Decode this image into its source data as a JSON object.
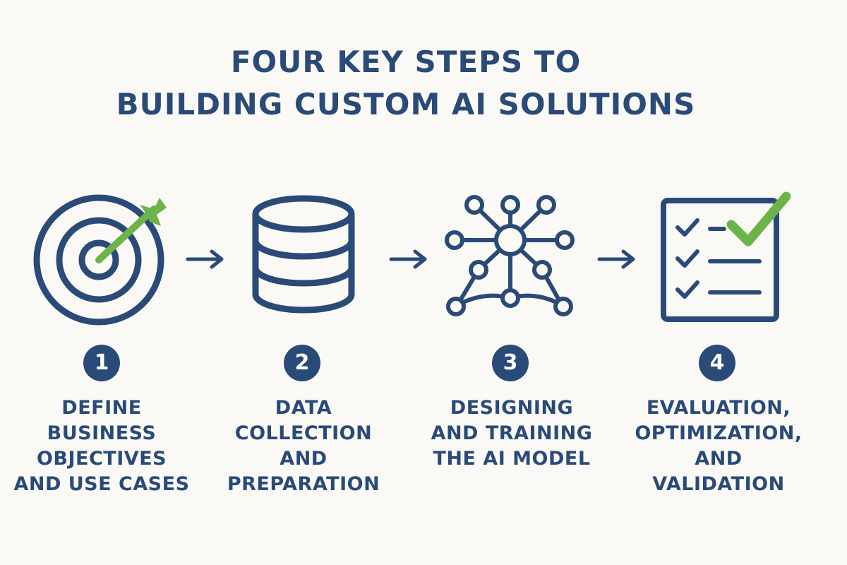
{
  "title": {
    "line1": "FOUR KEY STEPS TO",
    "line2": "BUILDING CUSTOM AI SOLUTIONS"
  },
  "colors": {
    "primary": "#2a4a78",
    "accent": "#6cb34a",
    "background": "#fbf9f5"
  },
  "steps": [
    {
      "number": "1",
      "icon": "target-icon",
      "lines": [
        "DEFINE",
        "BUSINESS",
        "OBJECTIVES",
        "AND USE CASES"
      ]
    },
    {
      "number": "2",
      "icon": "database-icon",
      "lines": [
        "DATA",
        "COLLECTION",
        "AND",
        "PREPARATION"
      ]
    },
    {
      "number": "3",
      "icon": "neural-network-icon",
      "lines": [
        "DESIGNING",
        "AND TRAINING",
        "THE AI MODEL"
      ]
    },
    {
      "number": "4",
      "icon": "checklist-icon",
      "lines": [
        "EVALUATION,",
        "OPTIMIZATION,",
        "AND",
        "VALIDATION"
      ]
    }
  ]
}
